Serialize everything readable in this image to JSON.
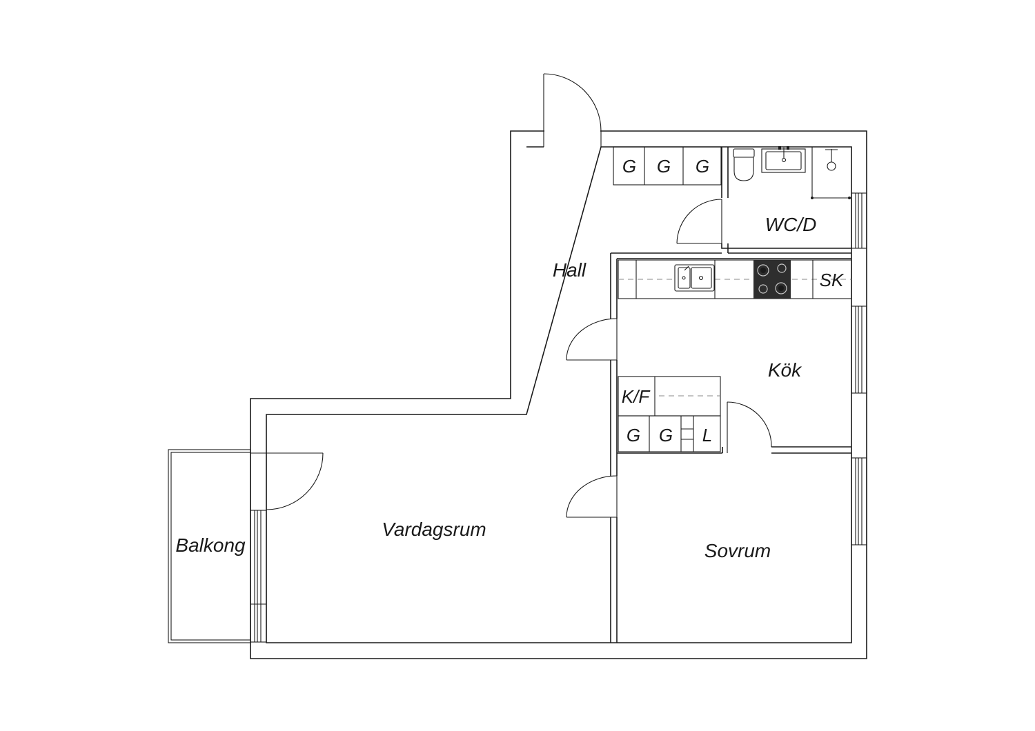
{
  "rooms": {
    "hall": "Hall",
    "wc": "WC/D",
    "kitchen": "Kök",
    "living": "Vardagsrum",
    "bedroom": "Sovrum",
    "balcony": "Balkong"
  },
  "fixtures": {
    "hall_wardrobe_1": "G",
    "hall_wardrobe_2": "G",
    "hall_wardrobe_3": "G",
    "storage_cabinet": "SK",
    "fridge_freezer": "K/F",
    "kitchen_wardrobe_1": "G",
    "kitchen_wardrobe_2": "G",
    "linen_closet": "L"
  },
  "colors": {
    "line": "#1a1a1a",
    "dashed": "#8a8a8a",
    "stove": "#2e2e2e"
  }
}
